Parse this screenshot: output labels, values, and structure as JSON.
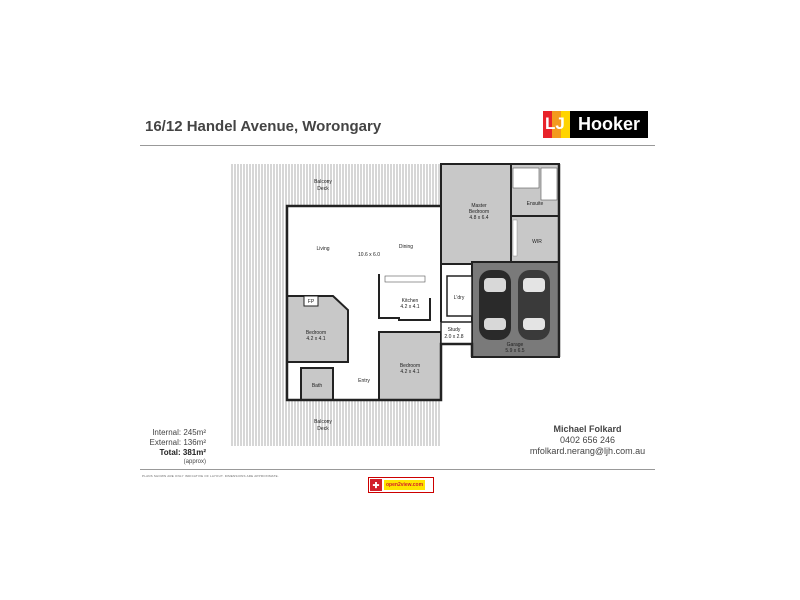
{
  "header": {
    "address": "16/12 Handel Avenue, Worongary",
    "logo_mark": "LJ",
    "logo_word": "Hooker"
  },
  "rooms": {
    "balcony_top_1": "Balcony",
    "balcony_top_2": "Deck",
    "master_1": "Master",
    "master_2": "Bedroom",
    "master_dim": "4.8 x 6.4",
    "ensuite": "Ensuite",
    "wir": "WIR",
    "living": "Living",
    "living_dim": "10.6 x 6.0",
    "dining": "Dining",
    "fp": "FP",
    "kitchen": "Kitchen",
    "kitchen_dim": "4.2 x 4.1",
    "ldry": "L'dry",
    "bedroom_left": "Bedroom",
    "bedroom_left_dim": "4.2 x 4.1",
    "study": "Study",
    "study_dim": "2.0 x 2.8",
    "garage": "Garage",
    "garage_dim": "5.9 x 6.5",
    "bedroom_mid": "Bedroom",
    "bedroom_mid_dim": "4.2 x 4.1",
    "bath": "Bath",
    "entry": "Entry",
    "balcony_bottom_1": "Balcony",
    "balcony_bottom_2": "Deck"
  },
  "areas": {
    "internal": "Internal: 245m²",
    "external": "External: 136m²",
    "total": "Total: 381m²",
    "approx": "(approx)"
  },
  "agent": {
    "name": "Michael Folkard",
    "phone": "0402 656 246",
    "email": "mfolkard.nerang@ljh.com.au"
  },
  "footer": {
    "disclaimer": "PLANS SHOWN ARE ONLY INDICATIVE OF LAYOUT. DIMENSIONS ARE APPROXIMATE.",
    "badge_text": "open2view.com"
  },
  "colors": {
    "wall": "#222222",
    "room_shade": "#c8c8c8",
    "garage_floor": "#7a7a7a",
    "deck_stripe": "#9a9a9a",
    "brand_red": "#e8232a",
    "brand_orange": "#f39a1e",
    "brand_yellow": "#ffd400"
  }
}
